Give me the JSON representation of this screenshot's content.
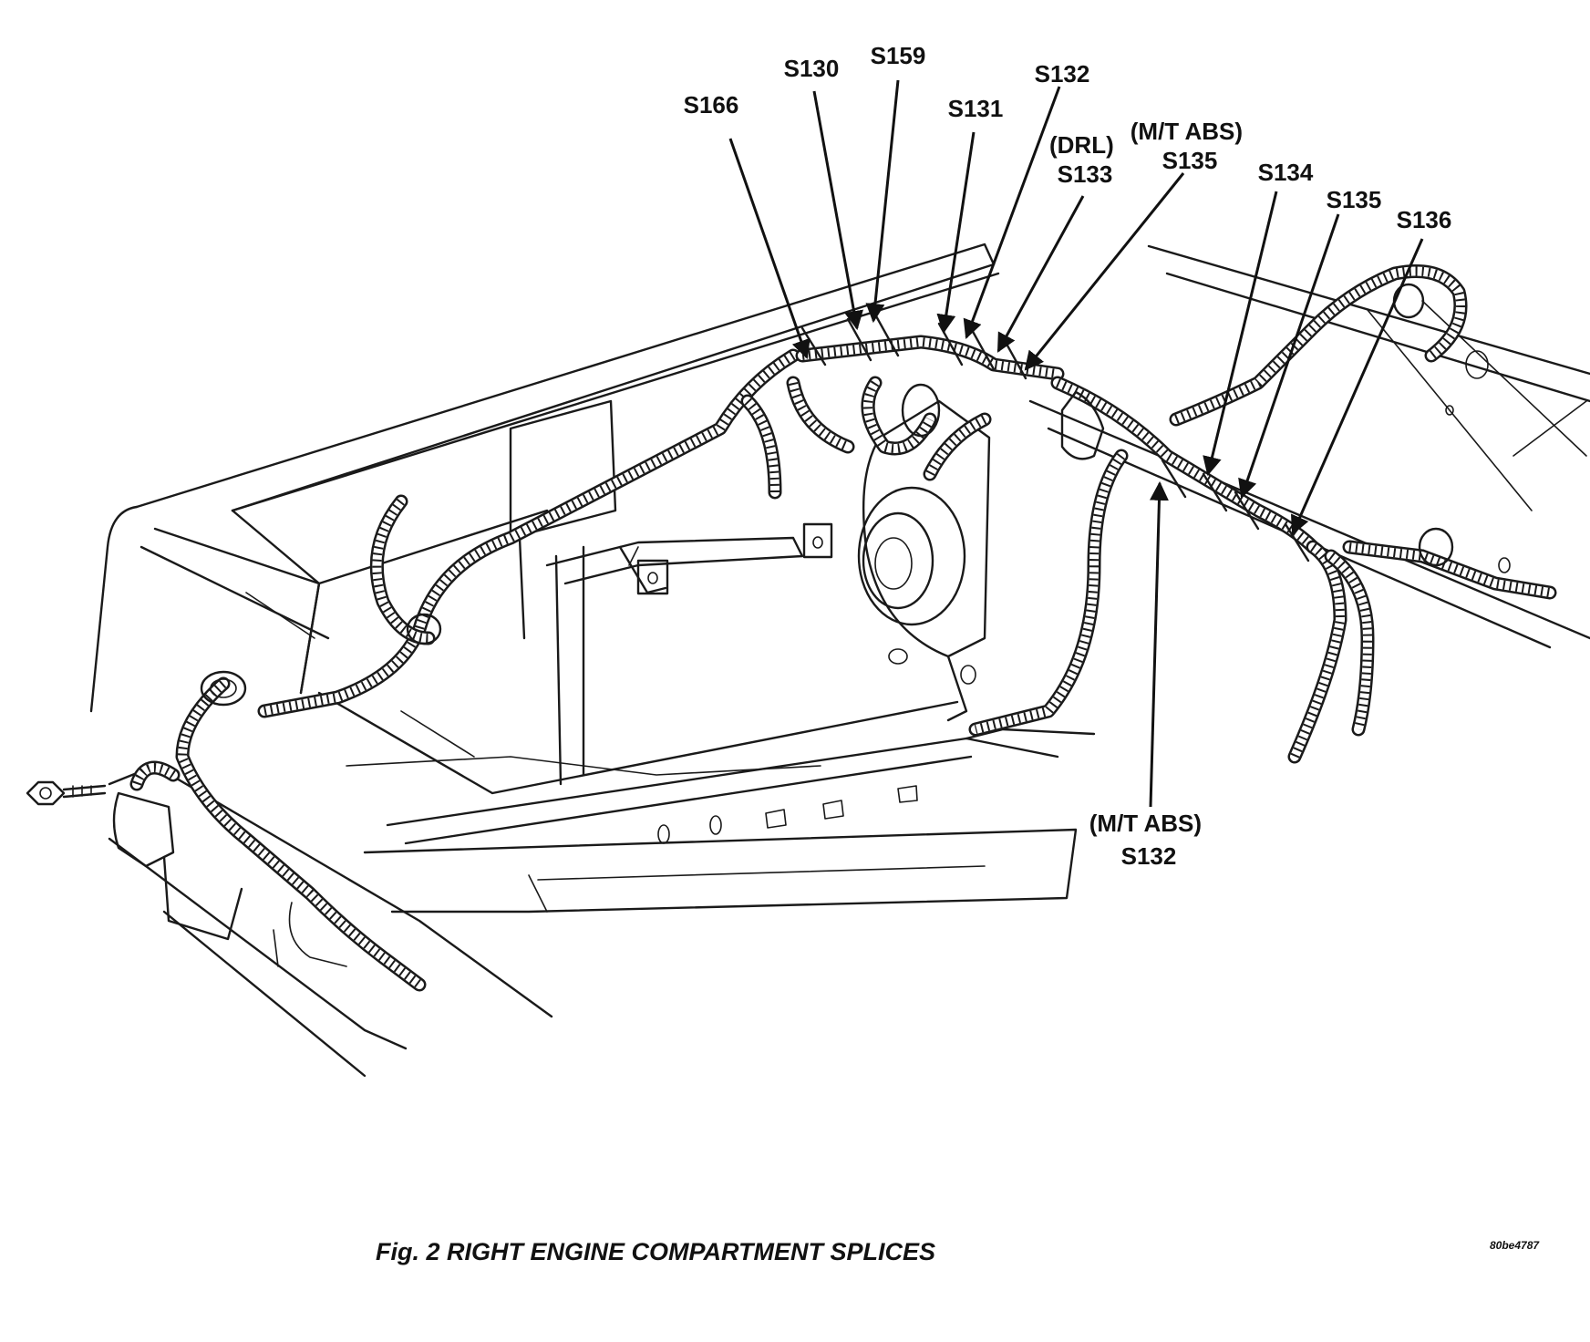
{
  "figure": {
    "caption": "Fig. 2 RIGHT ENGINE COMPARTMENT SPLICES",
    "code": "80be4787"
  },
  "callouts": [
    {
      "id": "s166",
      "lines": [
        "S166"
      ]
    },
    {
      "id": "s130",
      "lines": [
        "S130"
      ]
    },
    {
      "id": "s159",
      "lines": [
        "S159"
      ]
    },
    {
      "id": "s131",
      "lines": [
        "S131"
      ]
    },
    {
      "id": "s132-top",
      "lines": [
        "S132"
      ]
    },
    {
      "id": "s133",
      "lines": [
        "(DRL)",
        "S133"
      ]
    },
    {
      "id": "s135-mt",
      "lines": [
        "(M/T ABS)",
        "S135"
      ]
    },
    {
      "id": "s134",
      "lines": [
        "S134"
      ]
    },
    {
      "id": "s135",
      "lines": [
        "S135"
      ]
    },
    {
      "id": "s136",
      "lines": [
        "S136"
      ]
    },
    {
      "id": "s132-mt",
      "lines": [
        "(M/T ABS)",
        "S132"
      ]
    }
  ]
}
